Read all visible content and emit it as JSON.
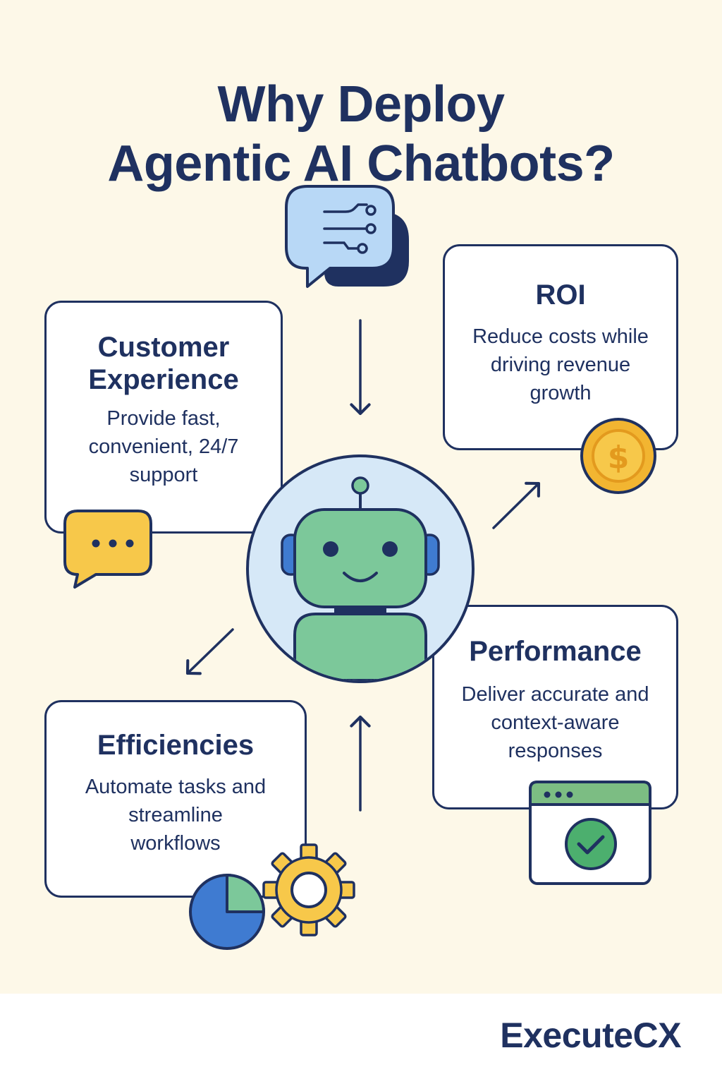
{
  "title": {
    "line1": "Why Deploy",
    "line2": "Agentic AI Chatbots?"
  },
  "cards": {
    "customer_experience": {
      "heading": "Customer Experience",
      "body": "Provide fast, convenient, 24/7 support"
    },
    "roi": {
      "heading": "ROI",
      "body": "Reduce costs while driving revenue growth"
    },
    "efficiencies": {
      "heading": "Efficiencies",
      "body": "Automate tasks and streamline workflows"
    },
    "performance": {
      "heading": "Performance",
      "body": "Deliver accurate and context-aware responses"
    }
  },
  "icons": {
    "top": "chat-network-icon",
    "center": "robot-icon",
    "customer_experience": "chat-bubble-dots-icon",
    "roi": "dollar-coin-icon",
    "efficiencies": "pie-chart-gear-icon",
    "performance": "browser-check-icon"
  },
  "colors": {
    "navy": "#1f3160",
    "background": "#fdf8e8",
    "robot_green": "#7cc89a",
    "robot_blue": "#3f7bd1",
    "light_blue": "#d6e8f7",
    "chat_blue": "#b8d8f6",
    "yellow": "#f7c84a",
    "gold": "#f2b531",
    "check_green": "#4caf6e",
    "browser_green": "#7cbd83"
  },
  "footer": {
    "brand": "ExecuteCX"
  }
}
